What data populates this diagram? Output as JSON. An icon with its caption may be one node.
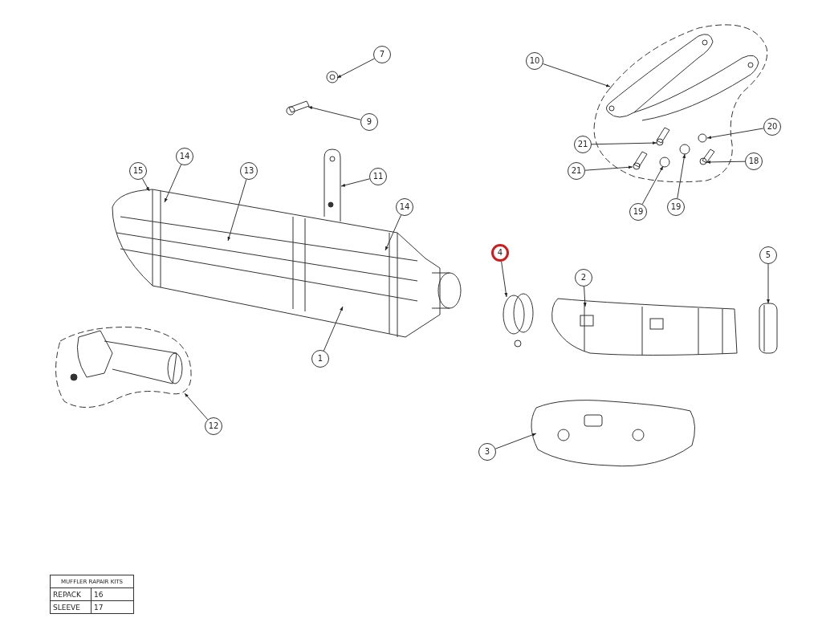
{
  "diagram": {
    "nodes": [
      {
        "text": [
          "7"
        ]
      },
      {
        "text": [
          "9"
        ]
      },
      {
        "text": [
          "10"
        ]
      },
      {
        "text": [
          "20"
        ]
      },
      {
        "text": [
          "21"
        ]
      },
      {
        "text": [
          "21"
        ]
      },
      {
        "text": [
          "18"
        ]
      },
      {
        "text": [
          "19"
        ]
      },
      {
        "text": [
          "19"
        ]
      },
      {
        "text": [
          "14"
        ]
      },
      {
        "text": [
          "15"
        ]
      },
      {
        "text": [
          "13"
        ]
      },
      {
        "text": [
          "11"
        ]
      },
      {
        "text": [
          "14"
        ]
      },
      {
        "text": [
          "4"
        ]
      },
      {
        "text": [
          "2"
        ]
      },
      {
        "text": [
          "5"
        ]
      },
      {
        "text": [
          "1"
        ]
      },
      {
        "text": [
          "12"
        ]
      },
      {
        "text": [
          "3"
        ]
      },
      {
        "text": [],
        "shape": "picture"
      },
      {
        "text": [],
        "shape": "picture"
      }
    ],
    "edges": [
      {
        "from": 0,
        "to": null,
        "arrow": "to"
      },
      {
        "from": 1,
        "to": 20,
        "arrow": "to"
      },
      {
        "from": 2,
        "to": null,
        "arrow": "to"
      },
      {
        "from": 3,
        "to": null,
        "arrow": "to"
      },
      {
        "from": 4,
        "to": null,
        "arrow": "to"
      },
      {
        "from": 5,
        "to": null,
        "arrow": "to"
      },
      {
        "from": 6,
        "to": null,
        "arrow": "to"
      },
      {
        "from": 7,
        "to": null,
        "arrow": "to"
      },
      {
        "from": 8,
        "to": null,
        "arrow": "to"
      },
      {
        "from": 9,
        "to": null,
        "arrow": "to"
      },
      {
        "from": 10,
        "to": null,
        "arrow": "to"
      },
      {
        "from": 11,
        "to": null,
        "arrow": "to"
      },
      {
        "from": 12,
        "to": null,
        "arrow": "to"
      },
      {
        "from": 13,
        "to": null,
        "arrow": "to"
      },
      {
        "from": 14,
        "to": null,
        "arrow": "to"
      },
      {
        "from": 15,
        "to": null,
        "arrow": "to"
      },
      {
        "from": 16,
        "to": 21,
        "arrow": "to"
      },
      {
        "from": 17,
        "to": null,
        "arrow": "to"
      },
      {
        "from": 18,
        "to": null,
        "arrow": "to"
      },
      {
        "from": 19,
        "to": null,
        "arrow": "to"
      }
    ],
    "labels": [
      "MUFFLER RAPAIR KITS",
      "REPACK",
      "16",
      "SLEEVE",
      "17"
    ]
  }
}
